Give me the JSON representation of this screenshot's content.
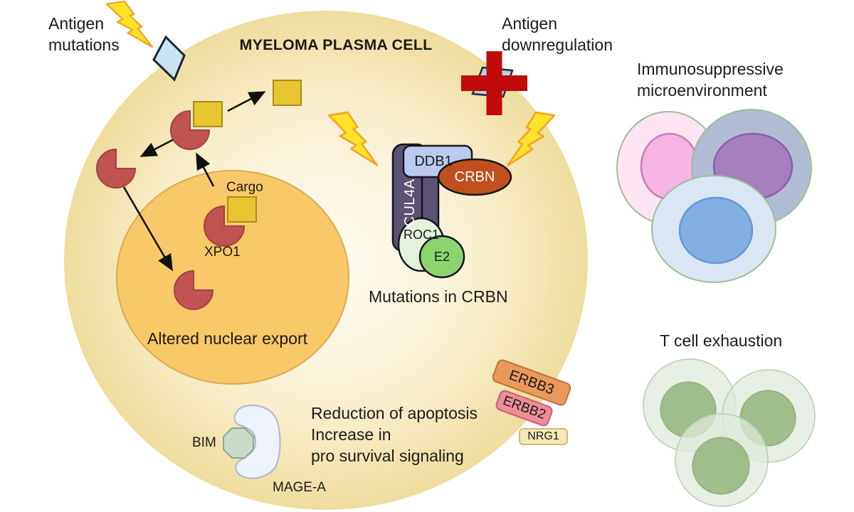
{
  "diagram": {
    "cell_title": "MYELOMA PLASMA CELL",
    "callouts": {
      "antigen_mutations": "Antigen\nmutations",
      "antigen_downregulation": "Antigen\ndownregulation",
      "immunosuppressive": "Immunosuppressive\nmicroenvironment",
      "t_cell_exhaustion": "T cell exhaustion",
      "mutations_in_crbn": "Mutations in CRBN",
      "altered_nuclear_export": "Altered nuclear export",
      "apoptosis_block": "Reduction of apoptosis\nIncrease in\npro survival signaling"
    },
    "nuclear_export": {
      "cargo": "Cargo",
      "xpo1": "XPO1"
    },
    "crbn_complex": {
      "ddb1": "DDB1",
      "cul4a": "CUL4A",
      "crbn": "CRBN",
      "roc1": "ROC1",
      "e2": "E2"
    },
    "survival_signaling": {
      "erbb3": "ERBB3",
      "erbb2": "ERBB2",
      "nrg1": "NRG1",
      "bim": "BIM",
      "mage_a": "MAGE-A"
    },
    "colors": {
      "cell_edge": "#efdd9d",
      "nucleus": "#f9c868",
      "pacman": "#c15352",
      "cargo_square": "#e7c52f",
      "lightning": "#ffe229",
      "cross": "#c00b0b",
      "antigen_diamond": "#c8e4f2",
      "antigen_parallelogram": "#b4d4e6",
      "ddb1": "#bccaf0",
      "cul4a": "#5c5273",
      "crbn": "#c04f1d",
      "roc1": "#e4f2dc",
      "e2": "#8bd56e",
      "erbb3": "#e9995c",
      "erbb2": "#ed8d98",
      "nrg1": "#f6e9b4",
      "mage_a_blob": "#edf2fb",
      "bim_octagon": "#c9dcc9",
      "microenv_pink_outer": "#fce4f2",
      "microenv_pink_inner": "#f8b4e2",
      "microenv_slate_outer": "#b0bcd4",
      "microenv_purple_inner": "#a57fbd",
      "microenv_blue_outer": "#dae6f4",
      "microenv_blue_inner": "#82b0e4",
      "tcell_outer": "#dfeadb",
      "tcell_inner": "#93b47c"
    }
  }
}
